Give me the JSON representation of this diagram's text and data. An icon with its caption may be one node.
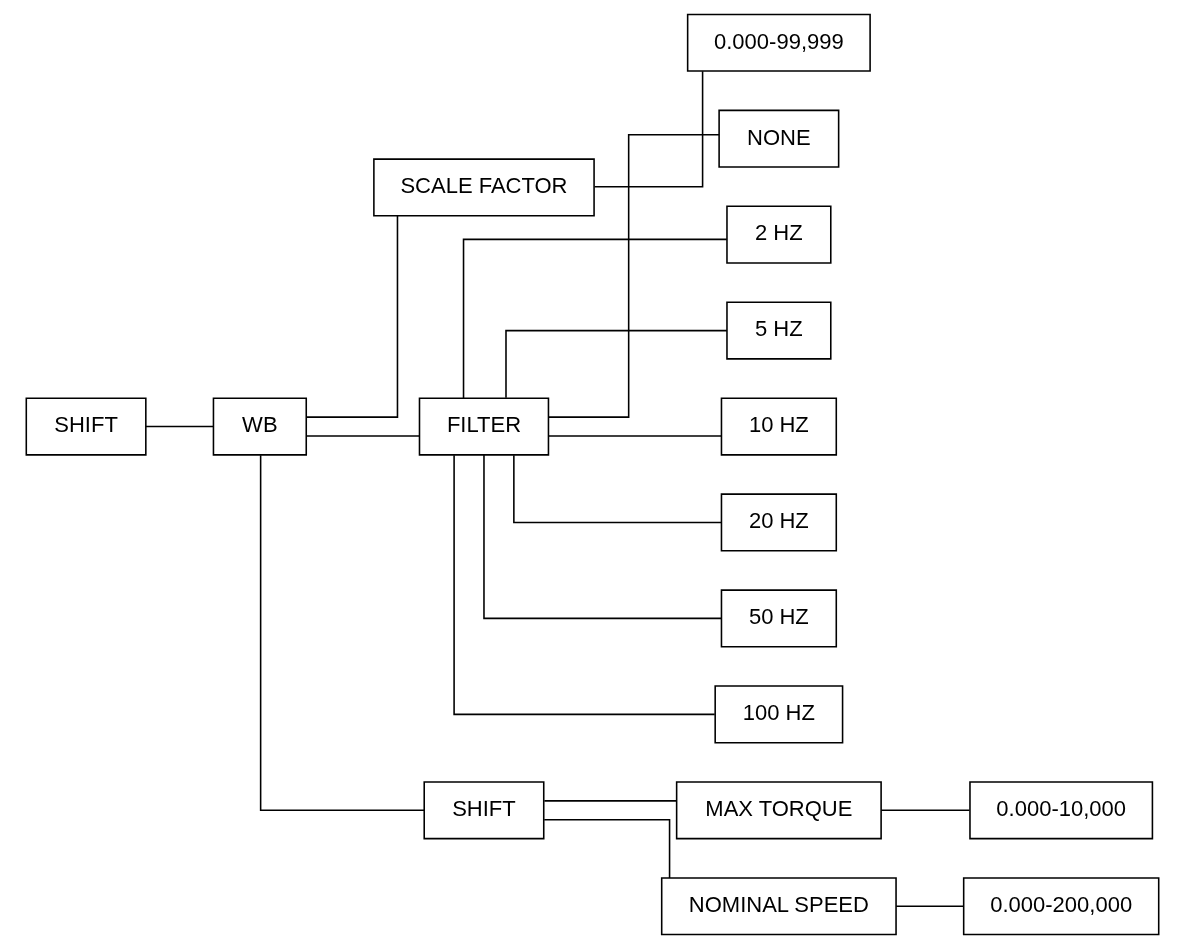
{
  "diagram": {
    "nodes": [
      {
        "text": [
          "SHIFT"
        ]
      },
      {
        "text": [
          "WB"
        ]
      },
      {
        "text": [
          "SCALE FACTOR"
        ]
      },
      {
        "text": [
          "0.000-99,999"
        ]
      },
      {
        "text": [
          "FILTER"
        ]
      },
      {
        "text": [
          "NONE"
        ]
      },
      {
        "text": [
          "2 HZ"
        ]
      },
      {
        "text": [
          "5 HZ"
        ]
      },
      {
        "text": [
          "10 HZ"
        ]
      },
      {
        "text": [
          "20 HZ"
        ]
      },
      {
        "text": [
          "50 HZ"
        ]
      },
      {
        "text": [
          "100 HZ"
        ]
      },
      {
        "text": [
          "SHIFT"
        ]
      },
      {
        "text": [
          "MAX TORQUE"
        ]
      },
      {
        "text": [
          "0.000-10,000"
        ]
      },
      {
        "text": [
          "NOMINAL SPEED"
        ]
      },
      {
        "text": [
          "0.000-200,000"
        ]
      }
    ],
    "edges": [
      {
        "from": 0,
        "to": 1,
        "arrow": "none"
      },
      {
        "from": 1,
        "to": 2,
        "arrow": "none"
      },
      {
        "from": 1,
        "to": 4,
        "arrow": "none"
      },
      {
        "from": 1,
        "to": 12,
        "arrow": "none"
      },
      {
        "from": 2,
        "to": 3,
        "arrow": "none"
      },
      {
        "from": 4,
        "to": 5,
        "arrow": "none"
      },
      {
        "from": 4,
        "to": 6,
        "arrow": "none"
      },
      {
        "from": 4,
        "to": 7,
        "arrow": "none"
      },
      {
        "from": 4,
        "to": 8,
        "arrow": "none"
      },
      {
        "from": 4,
        "to": 9,
        "arrow": "none"
      },
      {
        "from": 4,
        "to": 10,
        "arrow": "none"
      },
      {
        "from": 4,
        "to": 11,
        "arrow": "none"
      },
      {
        "from": 12,
        "to": 13,
        "arrow": "none"
      },
      {
        "from": 12,
        "to": 15,
        "arrow": "none"
      },
      {
        "from": 13,
        "to": 14,
        "arrow": "none"
      },
      {
        "from": 15,
        "to": 16,
        "arrow": "none"
      }
    ]
  }
}
